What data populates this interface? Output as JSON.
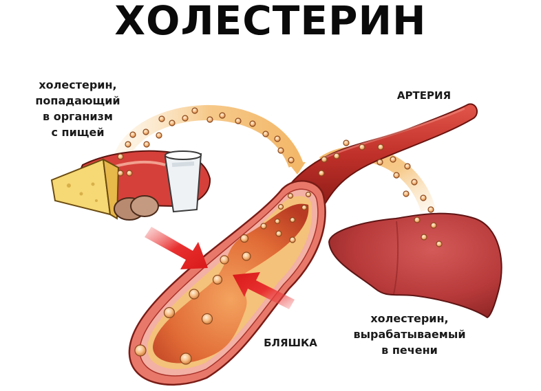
{
  "title": "ХОЛЕСТЕРИН",
  "labels": {
    "dietary": [
      "холестерин,",
      "попадающий",
      "в организм",
      "с пищей"
    ],
    "artery": "АРТЕРИЯ",
    "plaque": "БЛЯШКА",
    "liver": [
      "холестерин,",
      "вырабатываемый",
      "в печени"
    ]
  },
  "illustration": {
    "elements": [
      "food-group (cheese, meat, eggs, milk glass)",
      "artery",
      "artery-cross-section",
      "plaque",
      "liver",
      "cholesterol-flow-arc-from-food",
      "cholesterol-flow-arc-from-liver",
      "narrowing-arrows"
    ],
    "colors": {
      "artery": "#c8342a",
      "artery_dark": "#8e1c17",
      "plaque": "#f4c27a",
      "flow_arc": "#f6c98a",
      "particle": "#f7b27a",
      "liver": "#b83a3a",
      "arrow": "#e02020",
      "title_text": "#0a0a0a"
    }
  }
}
